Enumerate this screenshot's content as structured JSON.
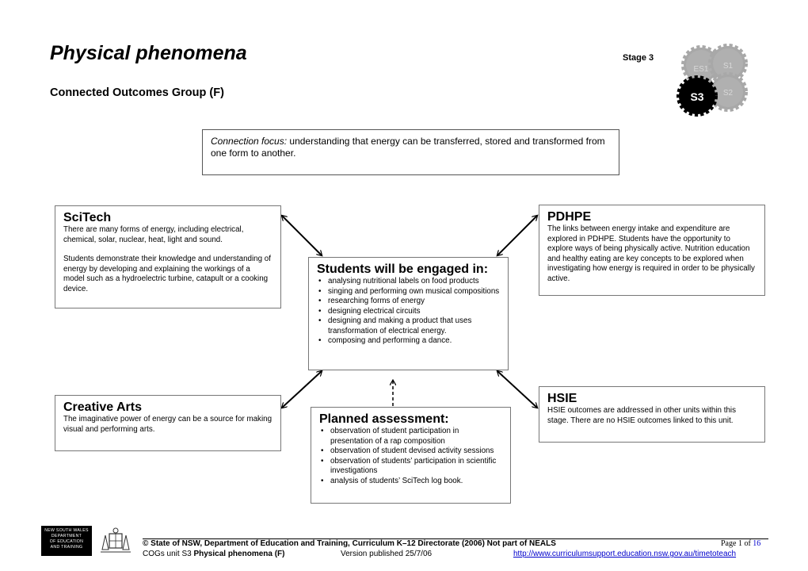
{
  "header": {
    "title": "Physical phenomena",
    "stage": "Stage 3",
    "subtitle": "Connected Outcomes Group (F)",
    "gears": {
      "labels": [
        "ES1",
        "S1",
        "S2",
        "S3"
      ],
      "gear_color": "#a0a0a0",
      "active_color": "#000000"
    }
  },
  "focus": {
    "label": "Connection focus:",
    "text": " understanding that energy can be transferred, stored and transformed from one form to another."
  },
  "scitech": {
    "heading": "SciTech",
    "para1": "There are many forms of energy, including electrical, chemical, solar, nuclear, heat, light and sound.",
    "para2": "Students demonstrate their knowledge and understanding of energy by developing and explaining the workings of a model such as a hydroelectric turbine, catapult or a cooking device."
  },
  "pdhpe": {
    "heading": "PDHPE",
    "text": "The links between energy intake and expenditure are explored in PDHPE. Students have the opportunity to explore ways of being physically active. Nutrition education and healthy eating are key concepts to be explored when investigating how energy is required in order to be physically active."
  },
  "engaged": {
    "heading": "Students will be engaged in:",
    "items": [
      "analysing nutritional labels on food products",
      "singing and performing own musical compositions",
      "researching forms of energy",
      "designing electrical circuits",
      "designing and making a product that uses transformation of electrical energy.",
      "composing and performing a dance."
    ]
  },
  "creative": {
    "heading": "Creative Arts",
    "text": "The imaginative power of energy can be a source for making visual and performing arts."
  },
  "hsie": {
    "heading": "HSIE",
    "text": "HSIE outcomes are addressed in other units within this stage. There are no HSIE outcomes linked to this unit."
  },
  "assessment": {
    "heading": "Planned assessment:",
    "items": [
      "observation of student participation in presentation of a rap composition",
      "observation of student devised activity sessions",
      "observation of students’ participation in scientific investigations",
      "analysis of students’ SciTech log book."
    ]
  },
  "footer": {
    "logo_lines": [
      "NEW SOUTH WALES",
      "DEPARTMENT",
      "OF EDUCATION",
      "AND TRAINING"
    ],
    "copyright": "© State of NSW, Department of Education and Training, Curriculum K–12 Directorate (2006) Not part of NEALS",
    "page_label": "Page ",
    "page_num": "1",
    "page_of": " of ",
    "page_total": "16",
    "unit_prefix": "COGs unit S3 ",
    "unit_name": "Physical phenomena (F)",
    "version": "Version published 25/7/06",
    "link": "http://www.curriculumsupport.education.nsw.gov.au/timetoteach"
  }
}
